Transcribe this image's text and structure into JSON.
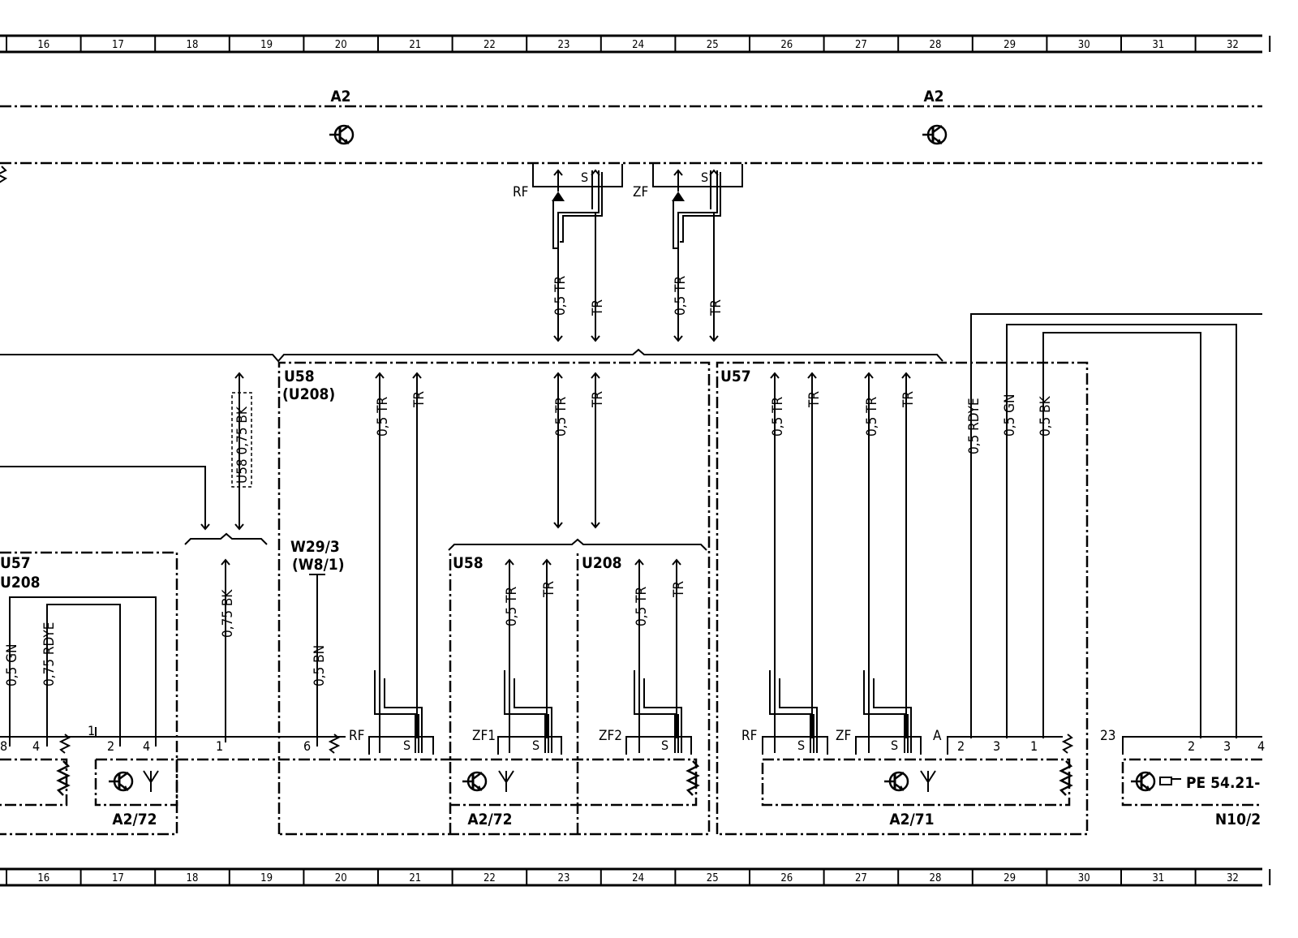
{
  "grid": {
    "columns": [
      "16",
      "17",
      "18",
      "19",
      "20",
      "21",
      "22",
      "23",
      "24",
      "25",
      "26",
      "27",
      "28",
      "29",
      "30",
      "31",
      "32"
    ]
  },
  "labels": {
    "a2_left": "A2",
    "a2_right": "A2",
    "rf_top": "RF",
    "zf_top": "ZF",
    "s": "S",
    "u58_u208_a": "U58",
    "u58_u208_b": "(U208)",
    "u57_box": "U57",
    "u57_left_a": "U57",
    "u57_left_b": "U208",
    "w29_a": "W29/3",
    "w29_b": "(W8/1)",
    "u58_sub": "U58",
    "u208_sub": "U208",
    "a272_left": "A2/72",
    "a272_mid": "A2/72",
    "a271": "A2/71",
    "n102": "N10/2",
    "pe_ref": "PE 54.21-",
    "rf": "RF",
    "zf": "ZF",
    "zf1": "ZF1",
    "zf2": "ZF2",
    "a_pin": "A",
    "num_23": "23",
    "num_1": "1",
    "pin_1": "1",
    "pin_2": "2",
    "pin_3": "3",
    "pin_4": "4",
    "pin_6": "6",
    "pin_8": "8"
  },
  "wires": {
    "tr05": "0,5 TR",
    "tr": "TR",
    "bk075": "0,75 BK",
    "u58_bk075": "U58 0,75 BK",
    "gn05": "0,5 GN",
    "rdye075": "0,75 RDYE",
    "bn05": "0,5 BN",
    "rdye05": "0,5 RDYE",
    "bk05": "0,5 BK"
  }
}
